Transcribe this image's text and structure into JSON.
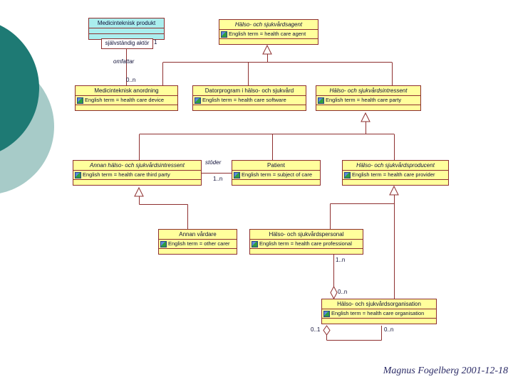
{
  "slide": {
    "footer_credit": "Magnus Fogelberg 2001-12-18"
  },
  "colors": {
    "box_fill_yellow": "#ffff9c",
    "box_fill_cyan": "#aaeeee",
    "line_maroon": "#8e2f2f",
    "circle_dark_teal": "#1e7a74",
    "circle_light_teal": "#a7cbc8",
    "footer_text": "#2b2b66"
  },
  "diagram": {
    "boxes": [
      {
        "id": "medicinteknisk-produkt",
        "title": "Medicinteknisk produkt"
      },
      {
        "id": "halso-och-sjukvardsagent",
        "title": "Hälso- och sjukvårdsagent",
        "attr": "English term = health care agent"
      },
      {
        "id": "medicinteknisk-anordning",
        "title": "Medicinteknisk anordning",
        "attr": "English term = health care device"
      },
      {
        "id": "datorprogram-i-halso-och-sjukvard",
        "title": "Datorprogram i hälso- och sjukvård",
        "attr": "English term = health care software"
      },
      {
        "id": "halso-och-sjukvardsintressent",
        "title": "Hälso- och sjukvårdsintressent",
        "attr": "English term = health care party"
      },
      {
        "id": "annan-halso-och-sjukvardsintressent",
        "title": "Annan hälso- och sjukvårdsintressent",
        "attr": "English term = health care third party"
      },
      {
        "id": "patient",
        "title": "Patient",
        "attr": "English term = subject of care"
      },
      {
        "id": "halso-och-sjukvardsproducent",
        "title": "Hälso- och sjukvårdsproducent",
        "attr": "English term = health care provider"
      },
      {
        "id": "annan-vardare",
        "title": "Annan vårdare",
        "attr": "English term = other carer"
      },
      {
        "id": "halso-och-sjukvardspersonal",
        "title": "Hälso- och sjukvårdspersonal",
        "attr": "English term = health care professional"
      },
      {
        "id": "halso-och-sjukvardsorganisation",
        "title": "Hälso- och sjukvårdsorganisation",
        "attr": "English term = health care organisation"
      }
    ],
    "role_box": {
      "text": "självständig aktör"
    },
    "labels": {
      "produkt_mult": "1",
      "omfattar": "omfattar",
      "anordning_mult": "0..n",
      "stoder": "stöder",
      "stoder_mult": "1..n",
      "personal_mult": "1..n",
      "org_agg_mult": "0..n",
      "org_self_left_mult": "0..1",
      "org_self_right_mult": "0..n"
    }
  }
}
